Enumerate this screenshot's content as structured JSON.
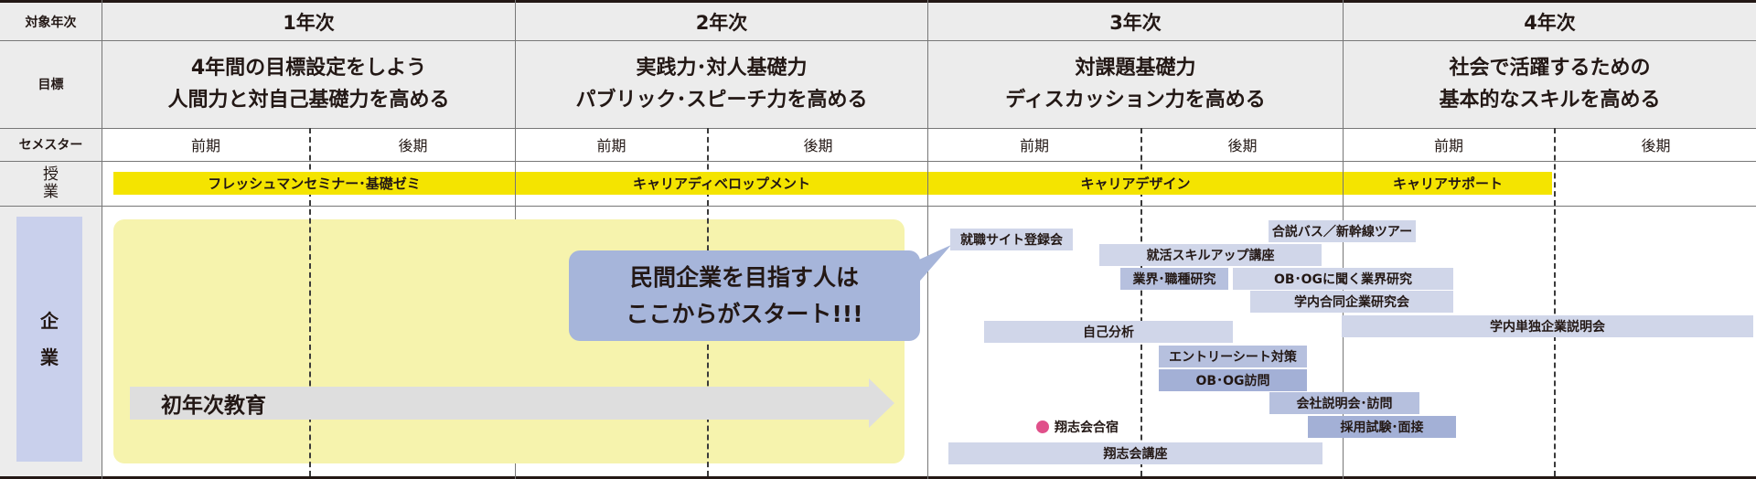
{
  "header": {
    "row_labels": {
      "target_year": "対象年次",
      "goal": "目標",
      "semester": "セメスター",
      "class": "授業",
      "class_chars": [
        "授",
        "業"
      ],
      "company": "企業",
      "company_chars": [
        "企",
        "業"
      ]
    },
    "years": [
      {
        "label": "1年次",
        "goal_lines": [
          "4年間の目標設定をしよう",
          "人間力と対自己基礎力を高める"
        ]
      },
      {
        "label": "2年次",
        "goal_lines": [
          "実践力･対人基礎力",
          "パブリック･スピーチ力を高める"
        ]
      },
      {
        "label": "3年次",
        "goal_lines": [
          "対課題基礎力",
          "ディスカッション力を高める"
        ]
      },
      {
        "label": "4年次",
        "goal_lines": [
          "社会で活躍するための",
          "基本的なスキルを高める"
        ]
      }
    ],
    "semesters": {
      "first": "前期",
      "second": "後期"
    }
  },
  "courses": [
    "フレッシュマンセミナー･基礎ゼミ",
    "キャリアディベロップメント",
    "キャリアデザイン",
    "キャリアサポート"
  ],
  "company": {
    "first_year_arrow": "初年次教育",
    "callout_lines": [
      "民間企業を目指す人は",
      "ここからがスタート!!!"
    ],
    "activities": {
      "job_site": "就職サイト登録会",
      "briefing_bus": "合説バス／新幹線ツアー",
      "skill_up": "就活スキルアップ講座",
      "industry_research": "業界･職種研究",
      "obog_industry": "OB･OGに聞く業界研究",
      "joint_research": "学内合同企業研究会",
      "self_analysis": "自己分析",
      "single_briefing": "学内単独企業説明会",
      "entry_sheet": "エントリーシート対策",
      "obog_visit": "OB･OG訪問",
      "company_visit": "会社説明会･訪問",
      "exam_interview": "採用試験･面接",
      "camp": "翔志会合宿",
      "lecture": "翔志会講座"
    }
  },
  "colors": {
    "course_yellow": "#f4e400",
    "first_year_area": "#f6f3ad",
    "callout_blue": "#a6b5da",
    "label_light": "#d0d6e9",
    "label_dark": "#a3b0d6",
    "camp_dot": "#e0508a"
  }
}
